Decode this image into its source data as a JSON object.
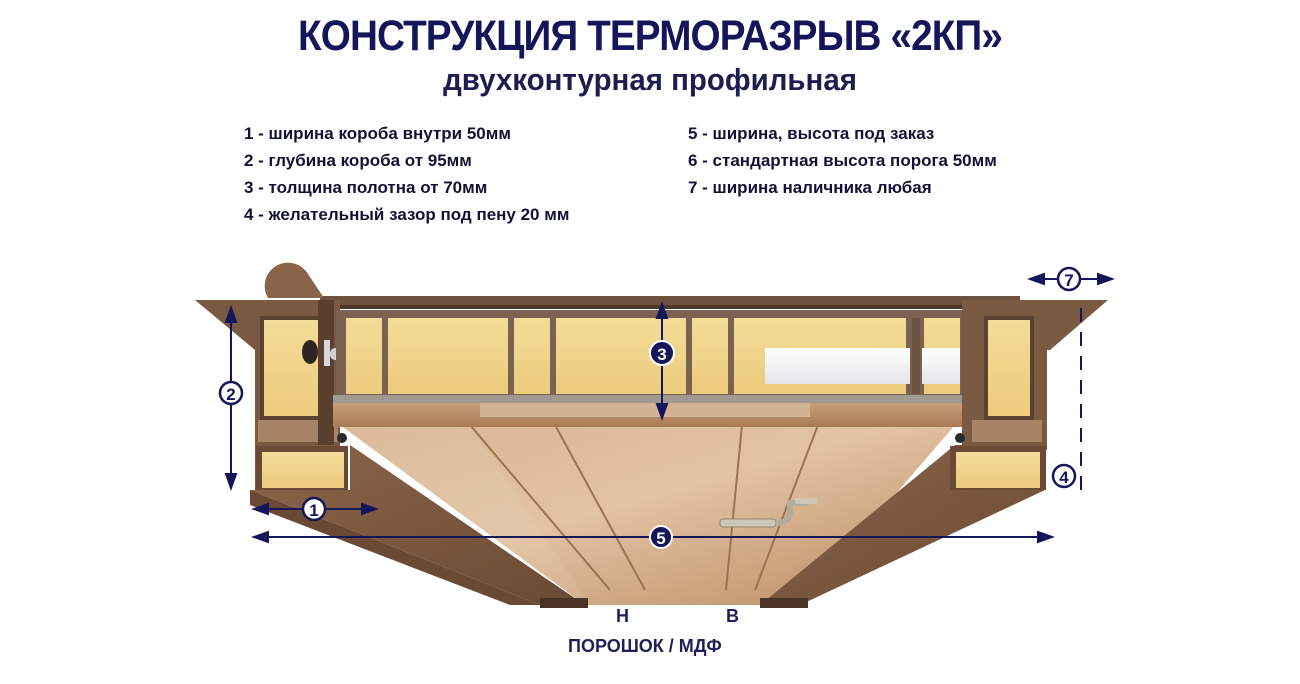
{
  "header": {
    "title": "КОНСТРУКЦИЯ ТЕРМОРАЗРЫВ «2КП»",
    "subtitle": "двухконтурная профильная"
  },
  "legend": {
    "left": [
      {
        "num": "1",
        "text": "1 - ширина короба внутри 50мм"
      },
      {
        "num": "2",
        "text": "2 - глубина короба от 95мм"
      },
      {
        "num": "3",
        "text": "3 - толщина полотна от 70мм"
      },
      {
        "num": "4",
        "text": "4 - желательный зазор под пену 20 мм"
      }
    ],
    "right": [
      {
        "num": "5",
        "text": "5 -  ширина, высота под заказ"
      },
      {
        "num": "6",
        "text": "6 - стандартная высота порога 50мм"
      },
      {
        "num": "7",
        "text": "7 - ширина наличника любая"
      }
    ]
  },
  "markers": {
    "m1": "1",
    "m2": "2",
    "m3": "3",
    "m4": "4",
    "m5": "5",
    "m7": "7"
  },
  "finish_labels": {
    "outside": "Н",
    "inside": "В",
    "materials": "ПОРОШОК / МДФ"
  },
  "colors": {
    "text_navy": "#15165a",
    "frame_brown": "#7a5a43",
    "frame_dark": "#5e4231",
    "insulation_yellow": "#f1d88e",
    "door_wood": "#c89f7a",
    "seal_white": "#f4f4f6",
    "metal_grey": "#a09a92"
  }
}
